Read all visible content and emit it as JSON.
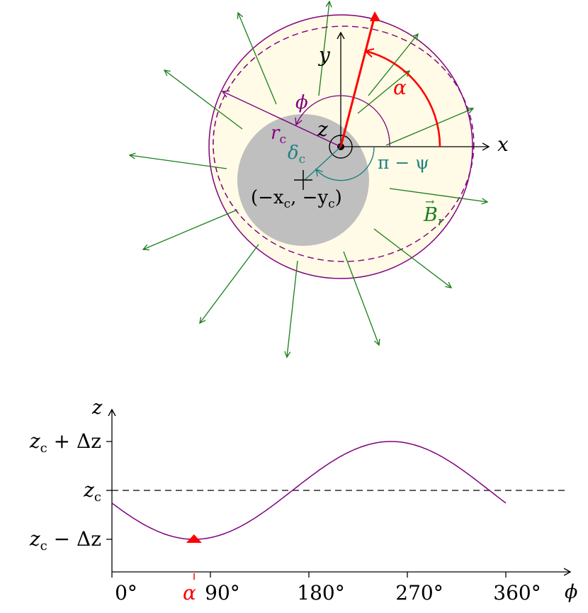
{
  "colors": {
    "purple": "#800080",
    "green": "#1a7d1a",
    "red": "#ff0000",
    "teal": "#1f8080",
    "disk_fill": "#fffbe6",
    "core_fill": "#bfbfbf",
    "black": "#000000"
  },
  "top_diagram": {
    "x_axis_label": "x",
    "y_axis_label": "y",
    "z_label": "z",
    "phi_label": "ϕ",
    "alpha_label": "α",
    "rc_label": "r",
    "rc_sub": "c",
    "delta_label": "δ",
    "delta_sub": "c",
    "pi_psi_label": "π − ψ",
    "center_label": "(−x",
    "center_label_sub1": "c",
    "center_label_mid": ", −y",
    "center_label_sub2": "c",
    "center_label_end": ")",
    "field_label": "B",
    "field_sub": "r",
    "field_accent": "→"
  },
  "bottom_plot": {
    "z_axis_label": "z",
    "phi_axis_label": "ϕ",
    "y_ticks": [
      {
        "base": "z",
        "sub": "c",
        "rest": " + Δz"
      },
      {
        "base": "z",
        "sub": "c",
        "rest": ""
      },
      {
        "base": "z",
        "sub": "c",
        "rest": " − Δz"
      }
    ],
    "x_ticks": [
      "0°",
      "90°",
      "180°",
      "270°",
      "360°"
    ],
    "alpha_tick_label": "α",
    "alpha_deg": 75,
    "phase_deg": 75,
    "curve_relative_z_at_0": -0.26
  }
}
